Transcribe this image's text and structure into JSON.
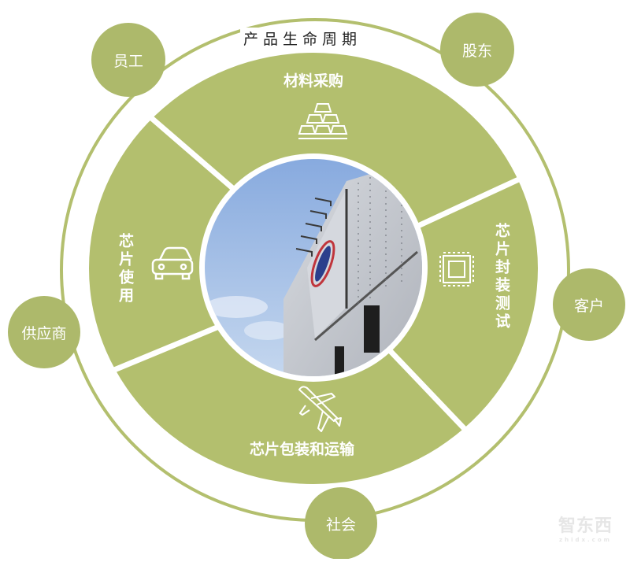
{
  "title": "产品生命周期",
  "colors": {
    "segment_fill": "#b3bf6e",
    "satellite_fill": "#adb96b",
    "ring_stroke": "#b3bf6e",
    "divider": "#ffffff",
    "label_text": "#ffffff",
    "title_text": "#222222",
    "sky_top": "#8fb0e0",
    "sky_bottom": "#c3d6ef",
    "building": "#c9ccd3"
  },
  "segments": [
    {
      "id": "materials",
      "label": "材料采购",
      "icon": "gold-bars-icon"
    },
    {
      "id": "packaging-testing",
      "label": "芯片封装测试",
      "icon": "chip-icon"
    },
    {
      "id": "packing-transport",
      "label": "芯片包装和运输",
      "icon": "airplane-icon"
    },
    {
      "id": "chip-usage",
      "label": "芯片使用",
      "icon": "car-icon"
    }
  ],
  "stakeholders": [
    {
      "id": "employees",
      "label": "员工"
    },
    {
      "id": "shareholders",
      "label": "股东"
    },
    {
      "id": "customers",
      "label": "客户"
    },
    {
      "id": "society",
      "label": "社会"
    },
    {
      "id": "suppliers",
      "label": "供应商"
    }
  ],
  "center_image": {
    "description": "factory-building-photo"
  },
  "watermark": {
    "text": "智东西",
    "sub": "zhidx.com"
  }
}
